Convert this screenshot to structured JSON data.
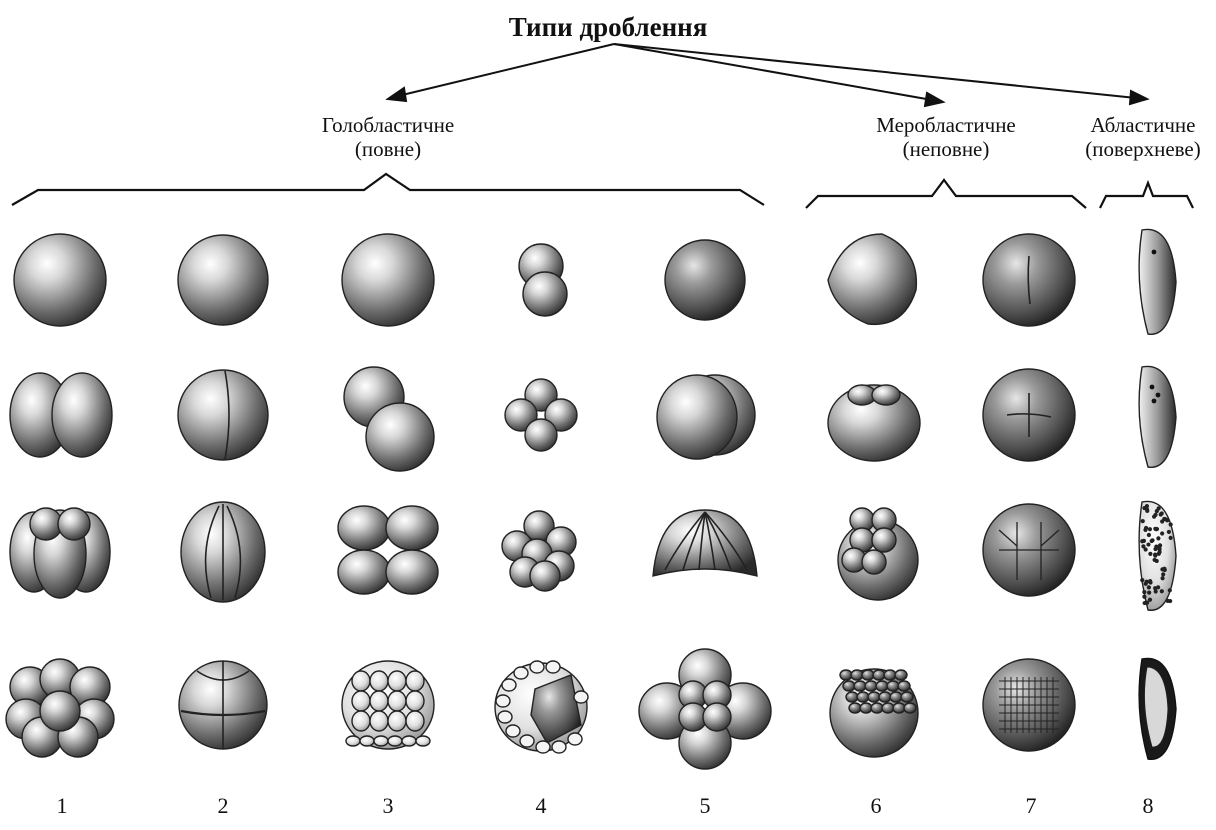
{
  "title": "Типи дроблення",
  "groups": [
    {
      "line1": "Голобластичне",
      "line2": "(повне)"
    },
    {
      "line1": "Меробластичне",
      "line2": "(неповне)"
    },
    {
      "line1": "Абластичне",
      "line2": "(поверхневе)"
    }
  ],
  "columns": [
    "1",
    "2",
    "3",
    "4",
    "5",
    "6",
    "7",
    "8"
  ],
  "colors": {
    "ink": "#111111",
    "shade_dark": "#2a2a2a",
    "shade_light": "#f2f2f2"
  }
}
